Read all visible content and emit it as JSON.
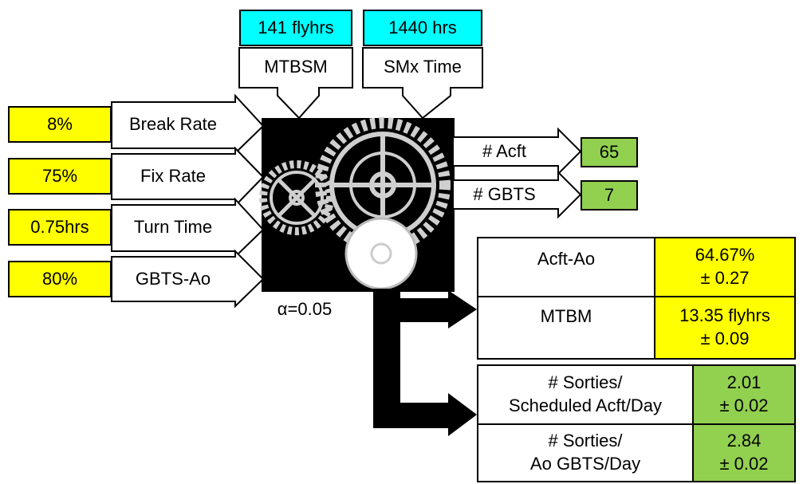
{
  "top_inputs": [
    {
      "value": "141 flyhrs",
      "label": "MTBSM"
    },
    {
      "value": "1440 hrs",
      "label": "SMx Time"
    }
  ],
  "left_inputs": [
    {
      "value": "8%",
      "label": "Break Rate"
    },
    {
      "value": "75%",
      "label": "Fix Rate"
    },
    {
      "value": "0.75hrs",
      "label": "Turn Time"
    },
    {
      "value": "80%",
      "label": "GBTS-Ao"
    }
  ],
  "right_inputs": [
    {
      "label": "# Acft",
      "value": "65"
    },
    {
      "label": "# GBTS",
      "value": "7"
    }
  ],
  "alpha": "α=0.05",
  "results_top": [
    {
      "label": "Acft-Ao",
      "value_line1": "64.67%",
      "value_line2": "± 0.27"
    },
    {
      "label": "MTBM",
      "value_line1": "13.35 flyhrs",
      "value_line2": "± 0.09"
    }
  ],
  "results_bottom": [
    {
      "label_line1": "# Sorties/",
      "label_line2": "Scheduled Acft/Day",
      "value_line1": "2.01",
      "value_line2": "± 0.02"
    },
    {
      "label_line1": "# Sorties/",
      "label_line2": "Ao GBTS/Day",
      "value_line1": "2.84",
      "value_line2": "± 0.02"
    }
  ],
  "colors": {
    "input_yellow": "#ffff00",
    "input_cyan": "#00ffff",
    "input_green": "#92d050",
    "engine_black": "#000000"
  }
}
